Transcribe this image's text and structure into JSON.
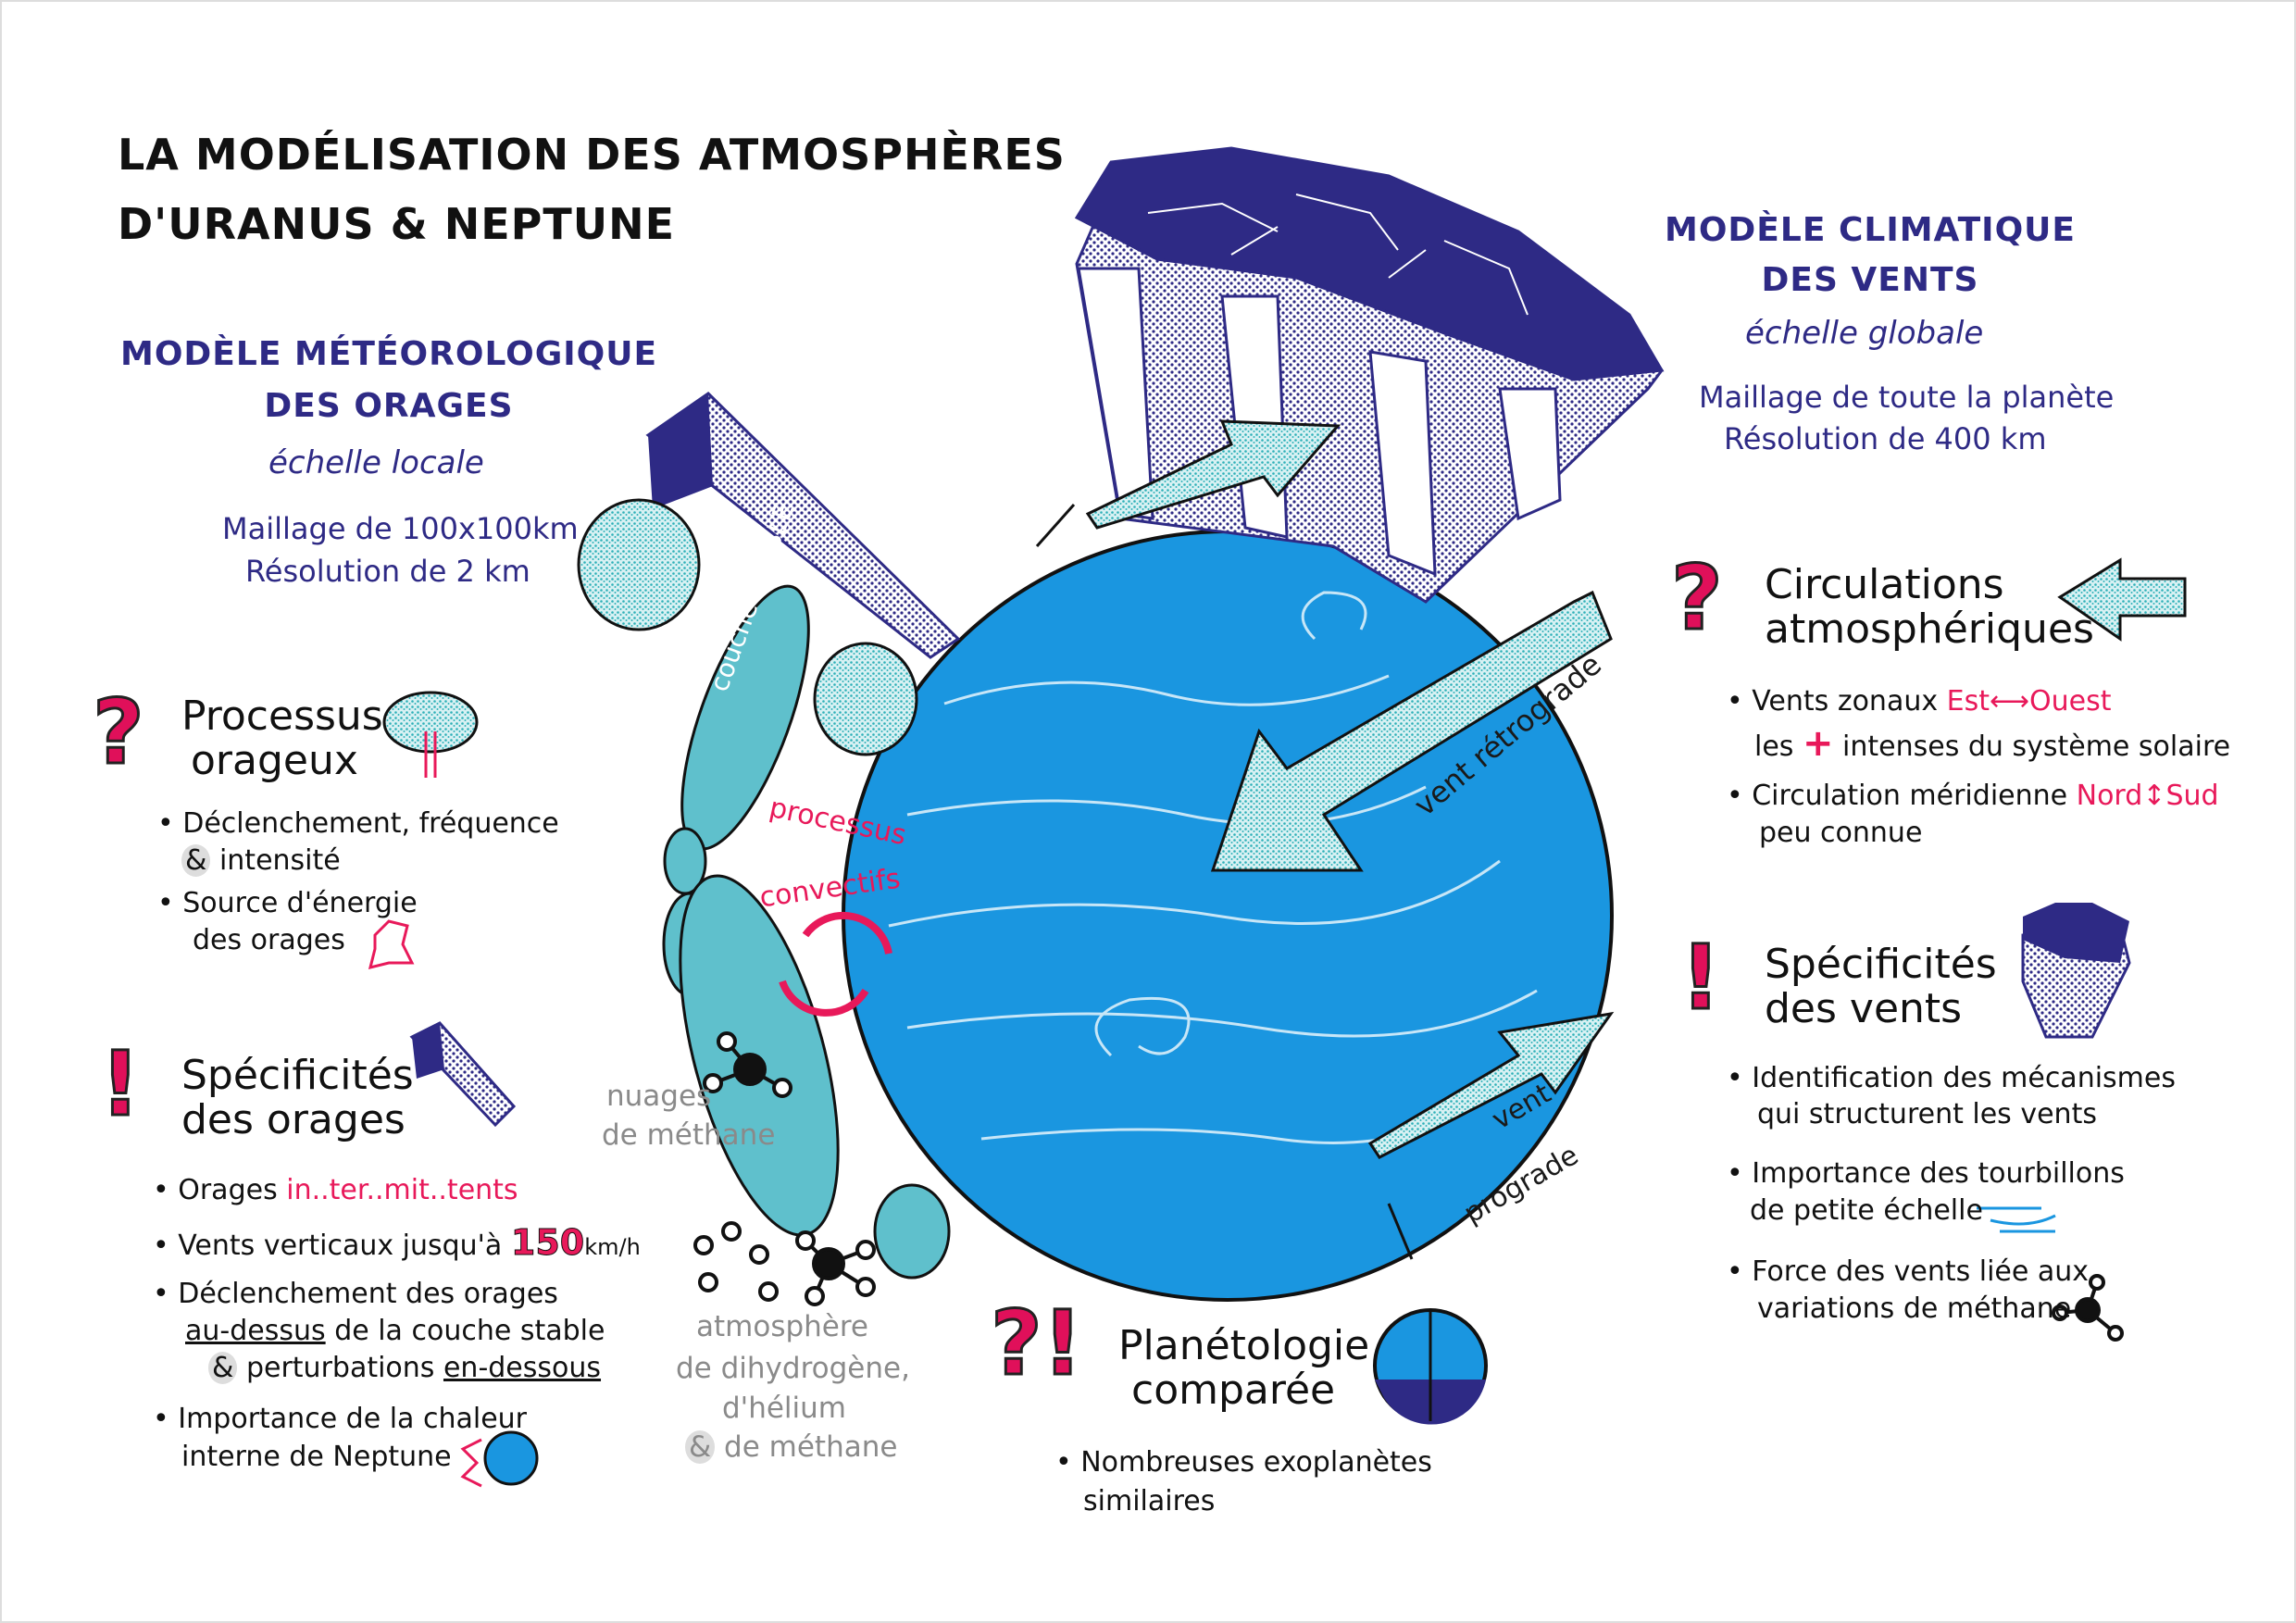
{
  "title": {
    "line1": "LA MODÉLISATION DES ATMOSPHÈRES",
    "line2": "D'URANUS & NEPTUNE"
  },
  "colors": {
    "navy": "#2e2a85",
    "planet_blue": "#1a96e0",
    "teal": "#5fc0cc",
    "pink": "#e8195a",
    "black": "#111111"
  },
  "left_model": {
    "heading1": "MODÈLE MÉTÉOROLOGIQUE",
    "heading2": "DES ORAGES",
    "scale": "échelle locale",
    "mesh": "Maillage de 100x100km",
    "resolution": "Résolution de 2 km"
  },
  "right_model": {
    "heading1": "MODÈLE CLIMATIQUE",
    "heading2": "DES VENTS",
    "scale": "échelle globale",
    "mesh": "Maillage de toute la planète",
    "resolution": "Résolution de 400 km"
  },
  "processus": {
    "icon": "question-mark-icon",
    "title1": "Processus",
    "title2": "orageux",
    "b1a": "Déclenchement, fréquence",
    "b1b_amp": "&",
    "b1b": "intensité",
    "b2a": "Source d'énergie",
    "b2b": "des orages"
  },
  "spec_orages": {
    "icon": "exclamation-icon",
    "title1": "Spécificités",
    "title2": "des orages",
    "b1": "Orages",
    "b1_pink": "in..ter..mit..tents",
    "b2": "Vents verticaux jusqu'à",
    "b2_big": "150",
    "b2_unit": "km/h",
    "b3a": "Déclenchement des orages",
    "b3b_u": "au-dessus",
    "b3b": "de la couche stable",
    "b3c_amp": "&",
    "b3c": "perturbations",
    "b3c_u": "en-dessous",
    "b4a": "Importance de la chaleur",
    "b4b": "interne de Neptune"
  },
  "circulations": {
    "icon": "question-mark-icon",
    "title1": "Circulations",
    "title2": "atmosphériques",
    "b1a": "Vents zonaux",
    "b1_est": "Est",
    "b1_arrow": "⟷",
    "b1_ouest": "Ouest",
    "b1b_pre": "les",
    "b1b_plus": "+",
    "b1b": "intenses du système solaire",
    "b2a": "Circulation méridienne",
    "b2_nord": "Nord",
    "b2_arrow": "↕",
    "b2_sud": "Sud",
    "b2b": "peu connue"
  },
  "spec_vents": {
    "icon": "exclamation-icon",
    "title1": "Spécificités",
    "title2": "des vents",
    "b1a": "Identification des mécanismes",
    "b1b": "qui structurent les vents",
    "b2a": "Importance des tourbillons",
    "b2b": "de petite échelle",
    "b3a": "Force des vents liée aux",
    "b3b": "variations de méthane"
  },
  "planeto": {
    "icon": "question-exclamation-icon",
    "mark": "?!",
    "title1": "Planétologie",
    "title2": "comparée",
    "b1a": "Nombreuses exoplanètes",
    "b1b": "similaires"
  },
  "diagram_labels": {
    "stable": "couche STABLE",
    "convectifs1": "processus",
    "convectifs2": "convectifs",
    "retrograde": "vent rétrograde",
    "prograde1": "vent",
    "prograde2": "prograde",
    "nuages1": "nuages",
    "nuages2": "de méthane",
    "atmo1": "atmosphère",
    "atmo2": "de dihydrogène,",
    "atmo3": "d'hélium",
    "atmo4_amp": "&",
    "atmo4": "de méthane"
  }
}
